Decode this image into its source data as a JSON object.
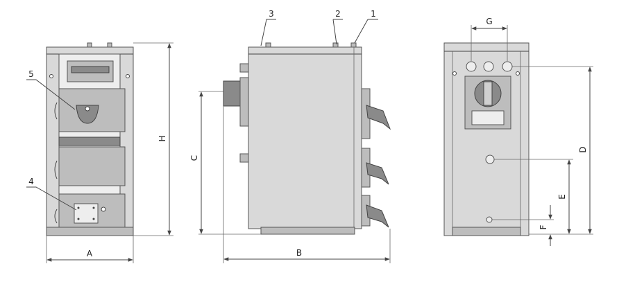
{
  "labels": {
    "callout_1": "1",
    "callout_2": "2",
    "callout_3": "3",
    "callout_4": "4",
    "callout_5": "5",
    "dim_a": "A",
    "dim_b": "B",
    "dim_c": "C",
    "dim_d": "D",
    "dim_e": "E",
    "dim_f": "F",
    "dim_g": "G",
    "dim_h": "H"
  },
  "colors": {
    "body_fill": "#d9d9d9",
    "panel_fill": "#bdbdbd",
    "dark_fill": "#8a8a8a",
    "line": "#444444"
  }
}
